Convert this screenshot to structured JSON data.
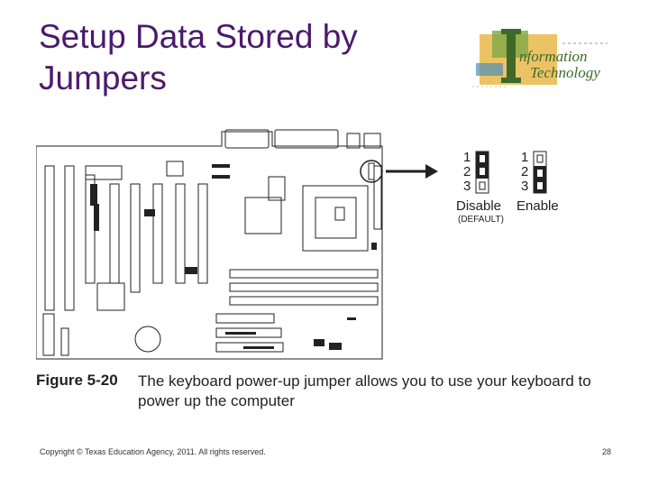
{
  "slide": {
    "title": "Setup Data Stored by Jumpers",
    "logo": {
      "name": "information-technology-logo",
      "line1": "nformation",
      "line2": "Technology",
      "letter": "I"
    },
    "figure": {
      "number": "Figure 5-20",
      "caption": "The keyboard power-up jumper allows you to use your keyboard to power up the computer",
      "jumper_disable": {
        "pins": [
          "1",
          "2",
          "3"
        ],
        "label": "Disable",
        "sublabel": "(DEFAULT)"
      },
      "jumper_enable": {
        "pins": [
          "1",
          "2",
          "3"
        ],
        "label": "Enable"
      }
    },
    "footer": "Copyright © Texas Education Agency, 2011. All rights reserved.",
    "page_number": "28"
  }
}
